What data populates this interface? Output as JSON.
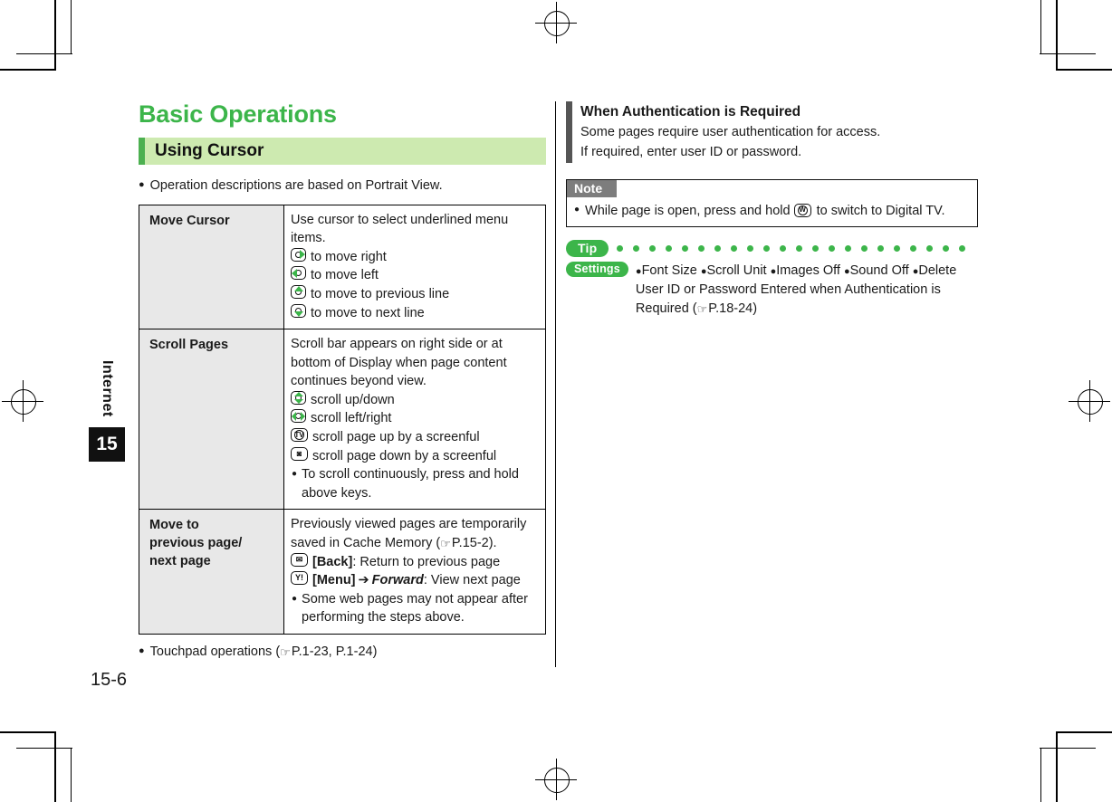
{
  "page": {
    "chapter_label": "Internet",
    "chapter_number": "15",
    "folio": "15-6"
  },
  "left": {
    "heading": "Basic Operations",
    "section_title": "Using Cursor",
    "intro_note": "Operation descriptions are based on Portrait View.",
    "footnote": "Touchpad operations (",
    "footnote_ref": "P.1-23, P.1-24)",
    "table": [
      {
        "label": "Move Cursor",
        "lead": "Use cursor to select underlined menu items.",
        "keys": [
          {
            "icon": "key-right-icon",
            "text": "to move right"
          },
          {
            "icon": "key-left-icon",
            "text": "to move left"
          },
          {
            "icon": "key-up-icon",
            "text": "to move to previous line"
          },
          {
            "icon": "key-down-icon",
            "text": "to move to next line"
          }
        ]
      },
      {
        "label": "Scroll Pages",
        "lead": "Scroll bar appears on right side or at bottom of Display when page content continues beyond view.",
        "keys": [
          {
            "icon": "key-up-down-icon",
            "text": "scroll up/down"
          },
          {
            "icon": "key-left-right-icon",
            "text": "scroll left/right"
          },
          {
            "icon": "key-tv-icon",
            "text": "scroll page up by a screenful"
          },
          {
            "icon": "key-camera-icon",
            "text": "scroll page down by a screenful"
          }
        ],
        "sub_note": "To scroll continuously, press and hold above keys."
      },
      {
        "label_lines": [
          "Move to",
          "previous page/",
          "next page"
        ],
        "lead_a": "Previously viewed pages are temporarily saved in Cache Memory (",
        "lead_b": "P.15-2).",
        "keys": [
          {
            "icon": "key-mail-icon",
            "bold": "[Back]",
            "text": ": Return to previous page"
          },
          {
            "icon": "key-yahoo-icon",
            "bold": "[Menu]",
            "arrow": "➔",
            "italic": "Forward",
            "text": ": View next page"
          }
        ],
        "sub_note": "Some web pages may not appear after performing the steps above."
      }
    ]
  },
  "right": {
    "callout": {
      "title": "When Authentication is Required",
      "line1": "Some pages require user authentication for access.",
      "line2": "If required, enter user ID or password."
    },
    "note": {
      "tab": "Note",
      "text_a": "While page is open, press and hold",
      "text_b": "to switch to Digital TV.",
      "key_icon": "key-w-icon"
    },
    "tip": {
      "tab": "Tip",
      "settings_tab": "Settings",
      "dot_count": 22,
      "items": [
        "Font Size",
        "Scroll Unit",
        "Images Off",
        "Sound Off",
        "Delete"
      ],
      "continuation": "User ID or Password Entered when Authentication is Required",
      "ref": "P.18-24)"
    }
  },
  "colors": {
    "brand_green": "#3cb54a",
    "band_green": "#cdeab0",
    "bar_green": "#4cb050",
    "note_gray": "#7d7d7d",
    "table_label_bg": "#e8e8e8"
  }
}
